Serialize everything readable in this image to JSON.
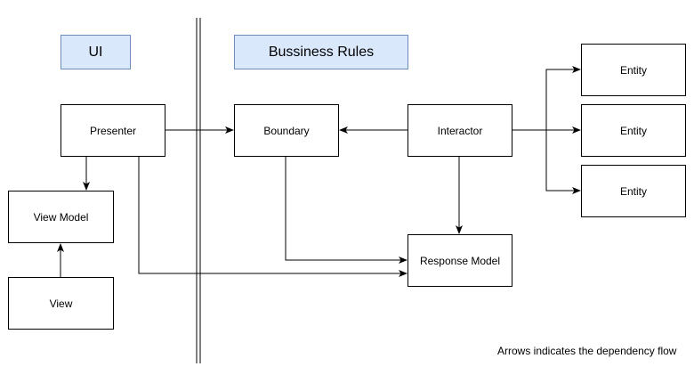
{
  "headers": {
    "ui": "UI",
    "business_rules": "Bussiness Rules"
  },
  "nodes": {
    "presenter": "Presenter",
    "view_model": "View Model",
    "view": "View",
    "boundary": "Boundary",
    "interactor": "Interactor",
    "response_model": "Response Model",
    "entity_1": "Entity",
    "entity_2": "Entity",
    "entity_3": "Entity"
  },
  "note": "Arrows indicates the dependency flow",
  "colors": {
    "header_fill": "#dae8fc",
    "header_stroke": "#6c8ebf",
    "line": "#000000"
  }
}
